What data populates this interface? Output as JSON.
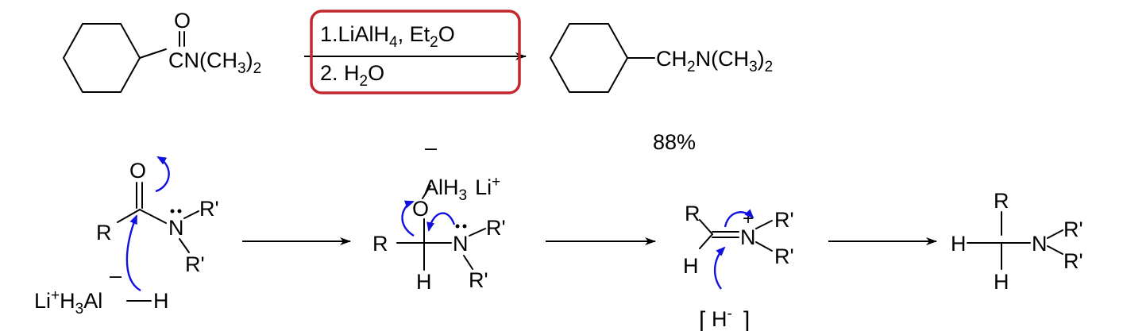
{
  "reaction": {
    "reactant": {
      "carbonyl_o": "O",
      "amide_group": "CN(CH",
      "amide_sub": "3",
      "amide_close": ")",
      "amide_count": "2"
    },
    "conditions": {
      "step1": "1.LiAlH",
      "step1_sub": "4",
      "step1_solvent": ", Et",
      "step1_solvent_sub": "2",
      "step1_solvent_end": "O",
      "step2": "2. H",
      "step2_sub": "2",
      "step2_end": "O"
    },
    "product": {
      "group": "CH",
      "group_sub1": "2",
      "group_mid": "N(CH",
      "group_sub2": "3",
      "group_close": ")",
      "group_sub3": "2"
    },
    "yield": "88%"
  },
  "mechanism": {
    "step1": {
      "o": "O",
      "r": "R",
      "n": "N",
      "r1": "R'",
      "r2": "R'",
      "hydride_li": "Li",
      "hydride_plus": "+",
      "hydride_h": "H",
      "hydride_h_sub": "3",
      "hydride_al": "Al",
      "hydride_minus": "–",
      "hydride_h2": "H"
    },
    "step2": {
      "al": "AlH",
      "al_sub": "3",
      "al_minus": "–",
      "li": "Li",
      "li_plus": "+",
      "o": "O",
      "r": "R",
      "n": "N",
      "r1": "R'",
      "r2": "R'",
      "h": "H"
    },
    "step3": {
      "r": "R",
      "h": "H",
      "n": "N",
      "plus": "+",
      "r1": "R'",
      "r2": "R'",
      "hydride": "H",
      "hydride_minus": "-",
      "bracket_left": "[",
      "bracket_right": "]"
    },
    "step4": {
      "r": "R",
      "h_left": "H",
      "h_bottom": "H",
      "n": "N",
      "r1": "R'",
      "r2": "R'"
    }
  },
  "colors": {
    "curly_arrow": "#1010e0",
    "highlight_box": "#c0282e",
    "ink": "#000000"
  }
}
